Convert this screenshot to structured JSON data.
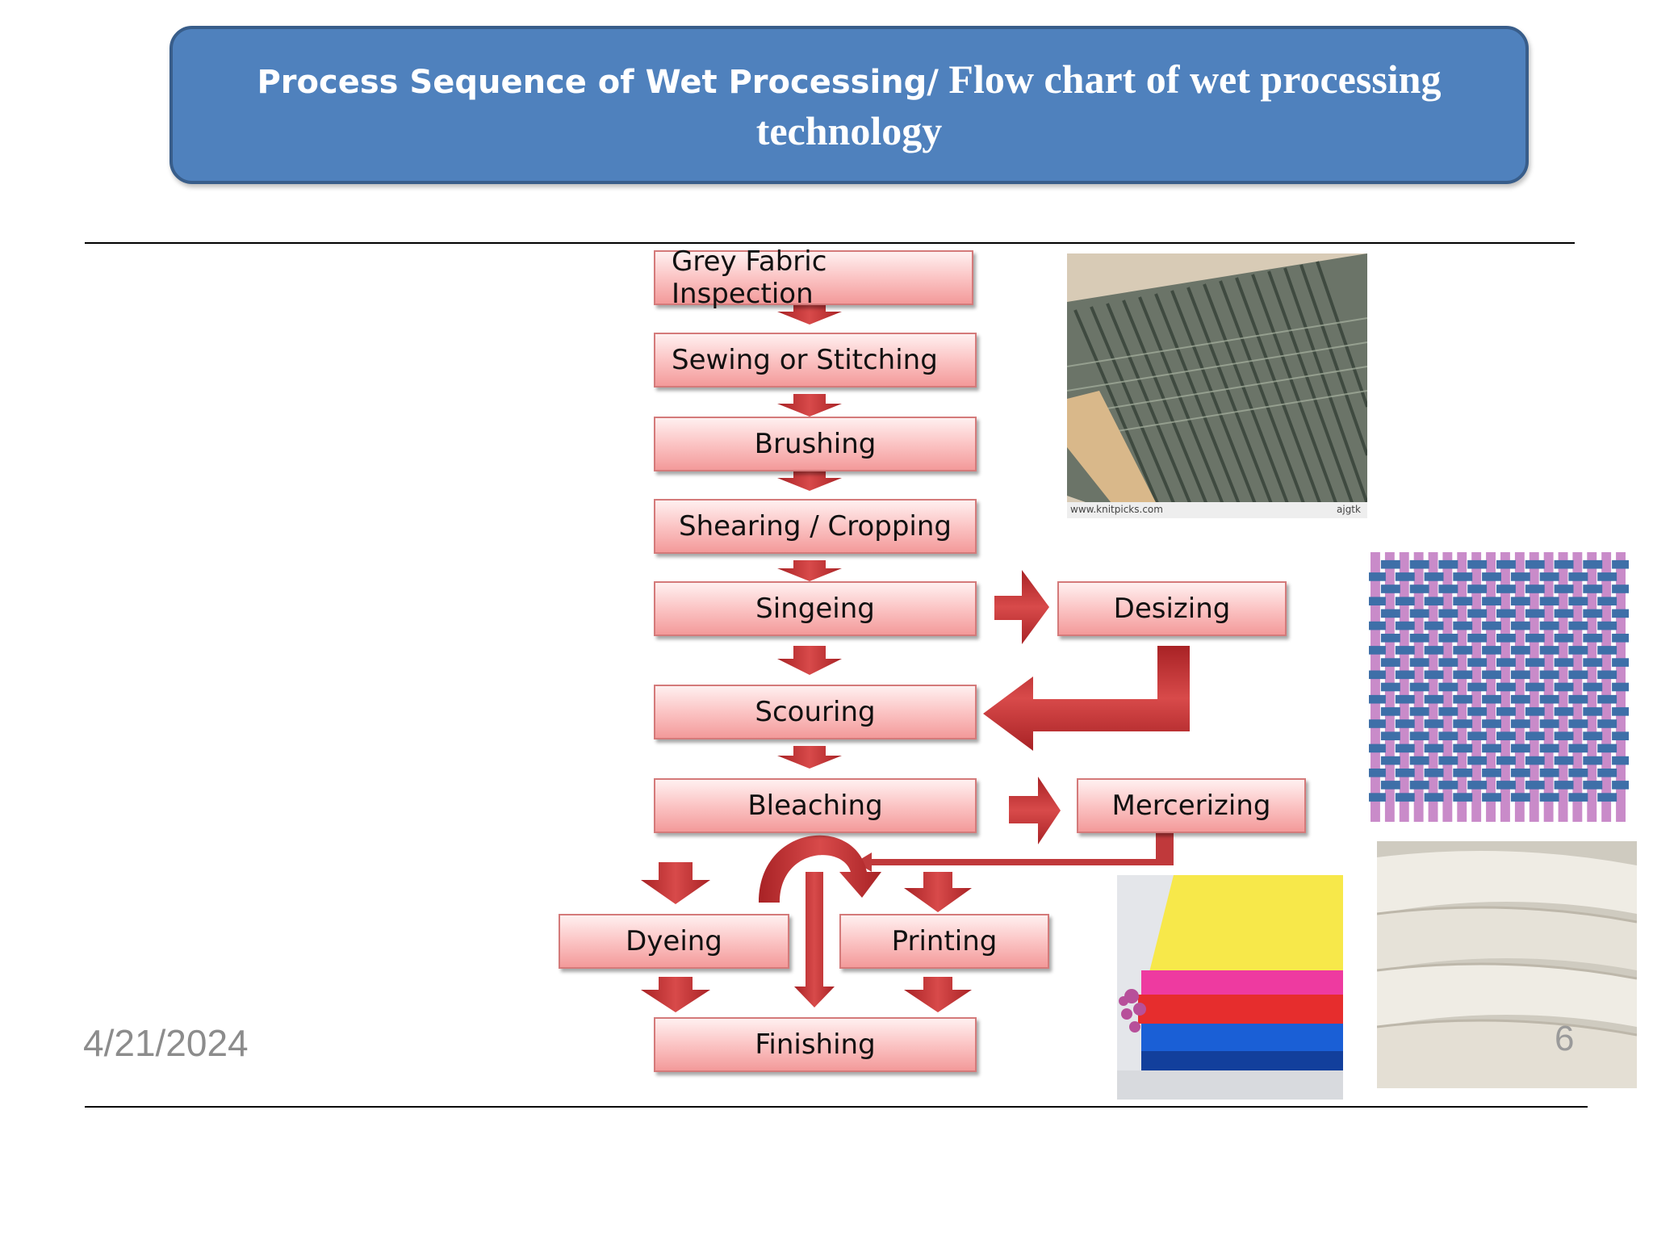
{
  "title": {
    "part1": "Process Sequence of Wet Processing/",
    "part2": " Flow chart of wet processing",
    "line2": "technology"
  },
  "steps": {
    "grey_fabric_inspection": "Grey Fabric Inspection",
    "sewing": "Sewing or Stitching",
    "brushing": "Brushing",
    "shearing": "Shearing / Cropping",
    "singeing": "Singeing",
    "desizing": "Desizing",
    "scouring": "Scouring",
    "bleaching": "Bleaching",
    "mercerizing": "Mercerizing",
    "dyeing": "Dyeing",
    "printing": "Printing",
    "finishing": "Finishing"
  },
  "footer": {
    "date": "4/21/2024",
    "page_number": "6"
  },
  "images": {
    "loom_watermark": "www.knitpicks.com",
    "loom_tag": "ajgtk"
  },
  "colors": {
    "title_fill": "#4f81bd",
    "title_border": "#385d8a",
    "arrow": "#c0393b",
    "box_fill": "#f9b8b8"
  }
}
